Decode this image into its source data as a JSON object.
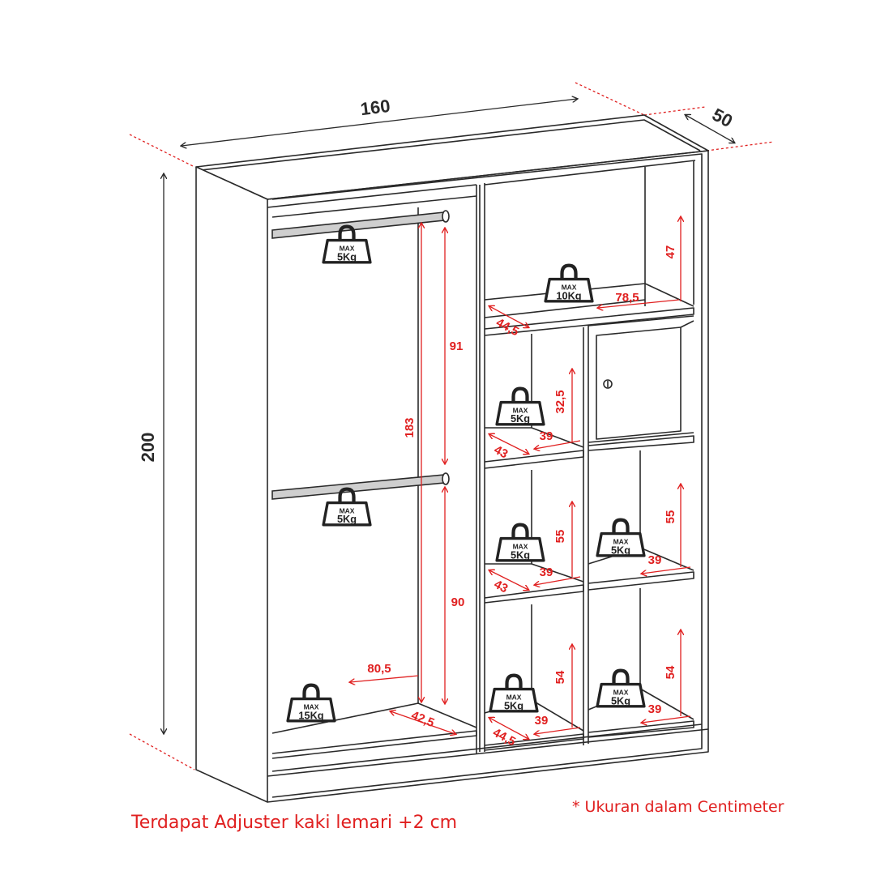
{
  "overall": {
    "width": "160",
    "depth": "50",
    "height": "200"
  },
  "hanging": {
    "inner_height": "183",
    "upper_height": "91",
    "lower_height": "90",
    "width": "80,5",
    "depth": "42,5"
  },
  "shelves": {
    "top_height": "47",
    "top_width": "78,5",
    "top_depth": "44,5",
    "cell_a_height": "32,5",
    "cell_a_width": "39",
    "cell_a_depth": "43",
    "cell_b_height": "55",
    "cell_b_width": "39",
    "cell_b_depth": "43",
    "cell_c_height": "55",
    "cell_c_width": "39",
    "cell_d_height": "54",
    "cell_d_width": "39",
    "cell_d_depth": "44,5",
    "cell_e_height": "54",
    "cell_e_width": "39"
  },
  "weights": {
    "max_word": "MAX",
    "rail_top": "5Kg",
    "rail_bottom": "5Kg",
    "floor": "15Kg",
    "top_shelf": "10Kg",
    "cell_a": "5Kg",
    "cell_b": "5Kg",
    "cell_c": "5Kg",
    "cell_d": "5Kg",
    "cell_e": "5Kg"
  },
  "notes": {
    "adjuster": "Terdapat Adjuster kaki lemari +2 cm",
    "unit": "* Ukuran dalam Centimeter"
  },
  "colors": {
    "line": "#2a2a2a",
    "dimension_red": "#e02020",
    "background": "#ffffff"
  }
}
